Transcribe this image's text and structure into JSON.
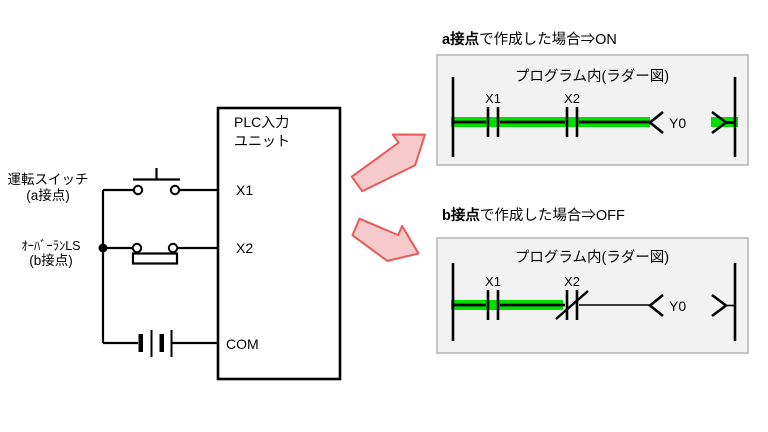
{
  "circuit": {
    "plc_label_line1": "PLC入力",
    "plc_label_line2": "ユニット",
    "terminal_x1": "X1",
    "terminal_x2": "X2",
    "terminal_com": "COM",
    "switch1_label_line1": "運転スイッチ",
    "switch1_label_line2": "(a接点)",
    "switch2_label_line1": "ｵｰﾊﾞｰﾗﾝLS",
    "switch2_label_line2": "(b接点)"
  },
  "panel_a": {
    "heading_bold": "a接点",
    "heading_rest": "で作成した場合⇒ON",
    "box_title": "プログラム内(ラダー図)",
    "contact1_label": "X1",
    "contact2_label": "X2",
    "coil_label": "Y0"
  },
  "panel_b": {
    "heading_bold": "b接点",
    "heading_rest": "で作成した場合⇒OFF",
    "box_title": "プログラム内(ラダー図)",
    "contact1_label": "X1",
    "contact2_label": "X2",
    "coil_label": "Y0"
  },
  "colors": {
    "highlight_green": "#00e000",
    "arrow_fill": "#f6caca",
    "arrow_stroke": "#e8595a",
    "panel_bg": "#f2f2f2",
    "panel_border": "#b3b3b3",
    "line_black": "#000000"
  }
}
